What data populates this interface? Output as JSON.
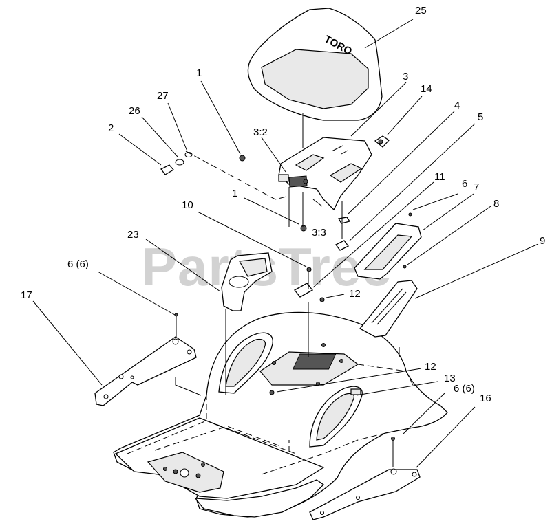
{
  "watermark": "PartsTree",
  "seat_brand": "TORO",
  "callouts": {
    "c25": "25",
    "c3": "3",
    "c14": "14",
    "c4": "4",
    "c5": "5",
    "c1a": "1",
    "c27": "27",
    "c26": "26",
    "c2": "2",
    "c3_2": "3:2",
    "c1b": "1",
    "c3_3": "3:3",
    "c10": "10",
    "c11": "11",
    "c6a": "6",
    "c7": "7",
    "c8": "8",
    "c9": "9",
    "c23": "23",
    "c6_6a": "6 (6)",
    "c17": "17",
    "c12a": "12",
    "c12b": "12",
    "c13": "13",
    "c6_6b": "6 (6)",
    "c16": "16"
  }
}
